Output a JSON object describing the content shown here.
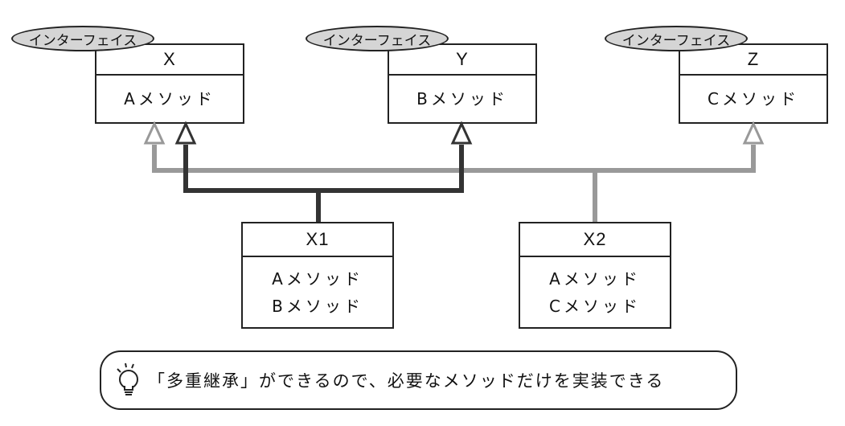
{
  "interfaces": [
    {
      "stereotype": "インターフェイス",
      "name": "X",
      "method": "Aメソッド"
    },
    {
      "stereotype": "インターフェイス",
      "name": "Y",
      "method": "Bメソッド"
    },
    {
      "stereotype": "インターフェイス",
      "name": "Z",
      "method": "Cメソッド"
    }
  ],
  "classes": [
    {
      "name": "X1",
      "methods": [
        "Aメソッド",
        "Bメソッド"
      ]
    },
    {
      "name": "X2",
      "methods": [
        "Aメソッド",
        "Cメソッド"
      ]
    }
  ],
  "note": {
    "icon": "lightbulb-icon",
    "text": "「多重継承」ができるので、必要なメソッドだけを実装できる"
  },
  "colors": {
    "x1_realization": "#333333",
    "x2_realization": "#999999",
    "stereotype_fill": "#d5d5d5",
    "border": "#222222"
  }
}
